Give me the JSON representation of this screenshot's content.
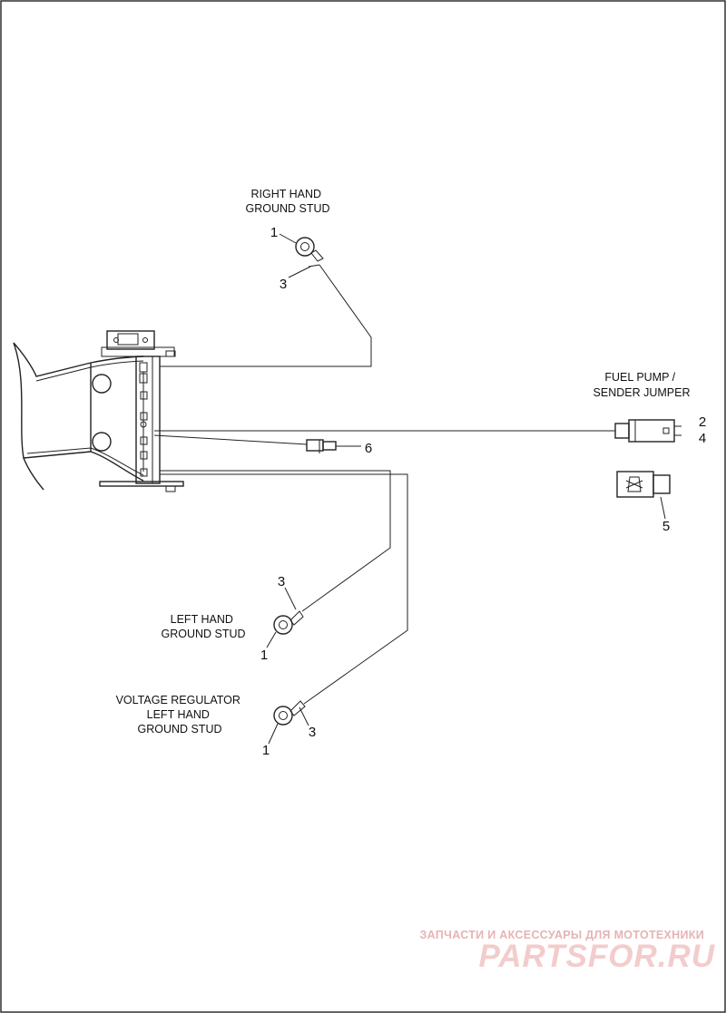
{
  "labels": {
    "right_hand_ground_stud": [
      "RIGHT HAND",
      "GROUND STUD"
    ],
    "fuel_pump_sender_jumper": [
      "FUEL PUMP /",
      "SENDER JUMPER"
    ],
    "left_hand_ground_stud": [
      "LEFT HAND",
      "GROUND STUD"
    ],
    "voltage_regulator_ground_stud": [
      "VOLTAGE REGULATOR",
      "LEFT HAND",
      "GROUND STUD"
    ]
  },
  "callouts": {
    "rh_ring": "1",
    "rh_splice": "3",
    "fuel_connector_top": "2",
    "fuel_connector_bottom": "4",
    "connector_lock": "5",
    "small_connector": "6",
    "lh_splice": "3",
    "lh_ring": "1",
    "vr_ring": "1",
    "vr_splice": "3"
  },
  "watermark": {
    "tagline": "ЗАПЧАСТИ И АКСЕССУАРЫ ДЛЯ МОТОТЕХНИКИ",
    "brand": "PARTSFOR.RU"
  }
}
